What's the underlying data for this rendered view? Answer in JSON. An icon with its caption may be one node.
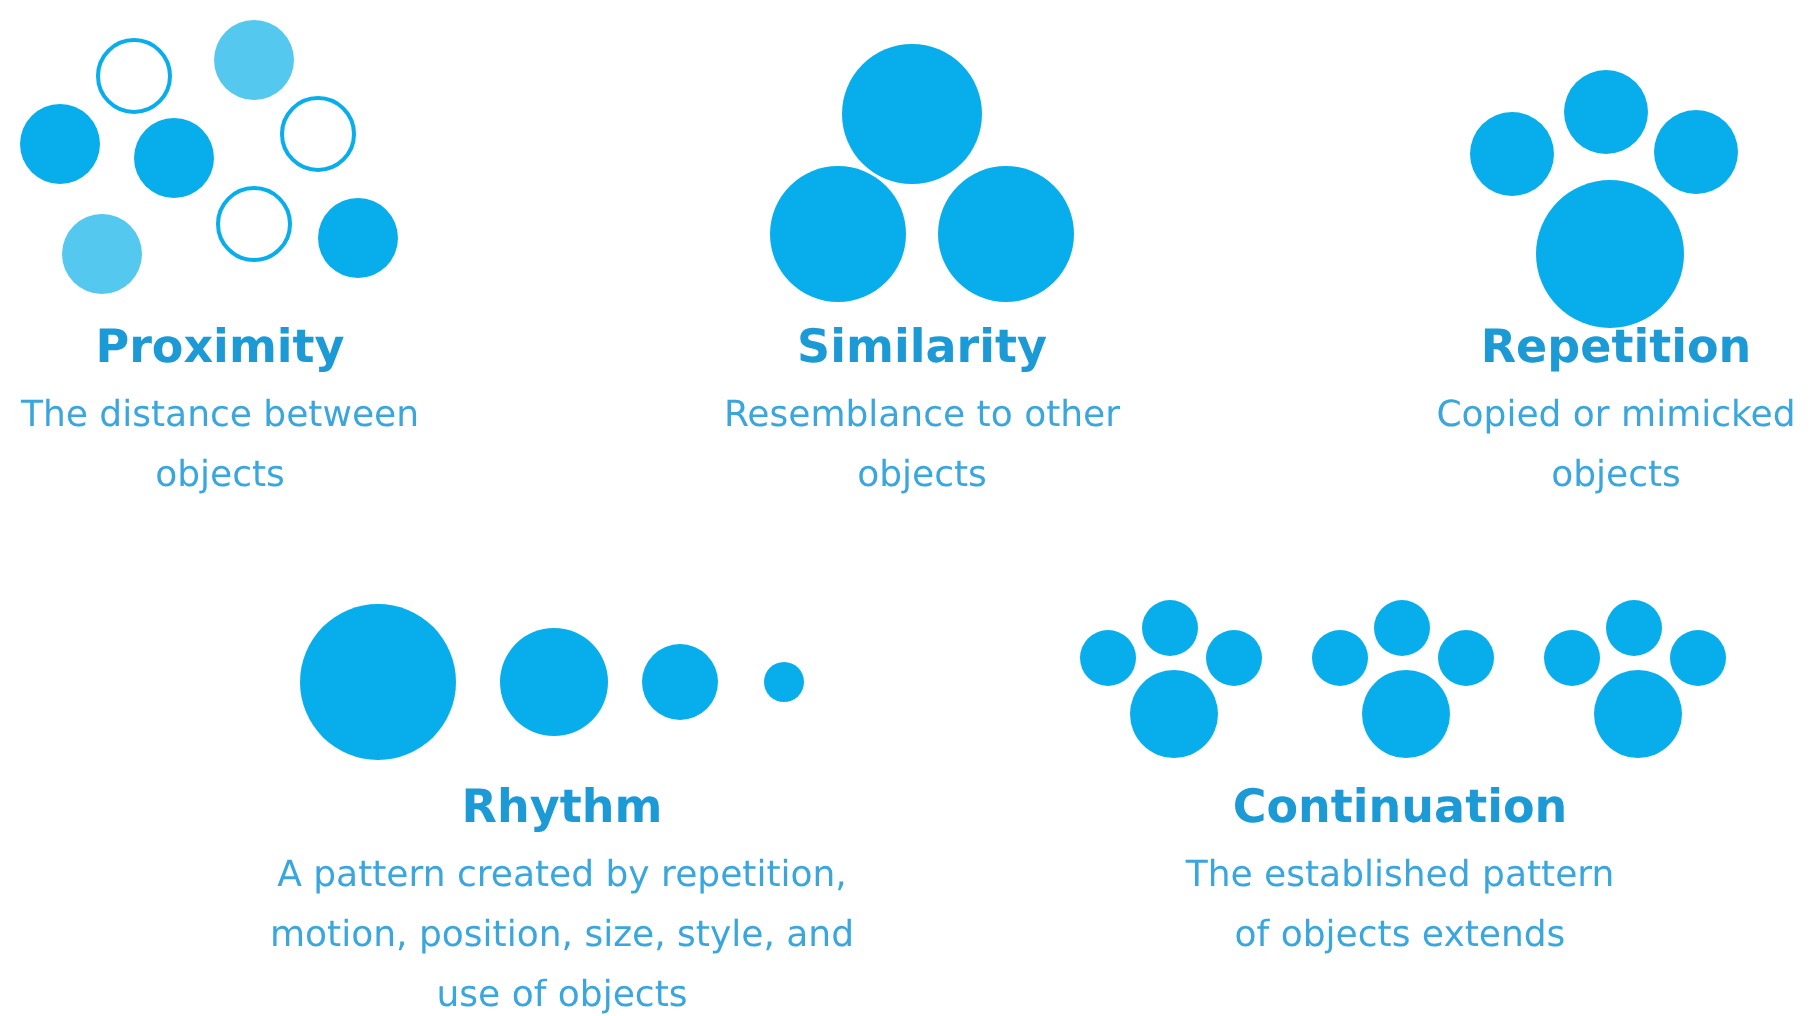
{
  "diagram": {
    "labels": [
      "Proximity",
      "The distance between objects",
      "Similarity",
      "Resemblance to other objects",
      "Repetition",
      "Copied or mimicked objects",
      "Rhythm",
      "A pattern created by repetition, motion, position, size, style, and use of objects",
      "Continuation",
      "The established pattern of objects extends"
    ]
  }
}
